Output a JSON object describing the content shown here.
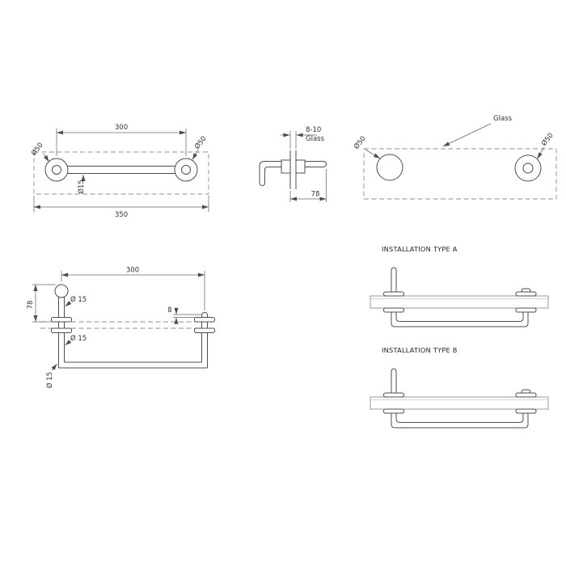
{
  "drawing": {
    "colors": {
      "line": "#4d4d4d",
      "dimension": "#666666",
      "glass_dashed": "#8f8f8f",
      "text": "#333333",
      "background": "#ffffff"
    },
    "front": {
      "dim300": "300",
      "dim350": "350",
      "dia50_left": "Ø50",
      "dia50_right": "Ø50",
      "dia15": "Ø15"
    },
    "side": {
      "thickness": "8-10",
      "glass": "Glass",
      "depth": "78"
    },
    "plan": {
      "glass": "Glass",
      "dia50_left": "Ø50",
      "dia50_right": "Ø50"
    },
    "section": {
      "dim300": "300",
      "dim78": "78",
      "dia15_post": "Ø 15",
      "dia15_mid": "Ø 15",
      "dim8": "8",
      "dia15_bar": "Ø 15"
    },
    "install_a": {
      "title": "INSTALLATION TYPE A"
    },
    "install_b": {
      "title": "INSTALLATION TYPE B"
    }
  }
}
